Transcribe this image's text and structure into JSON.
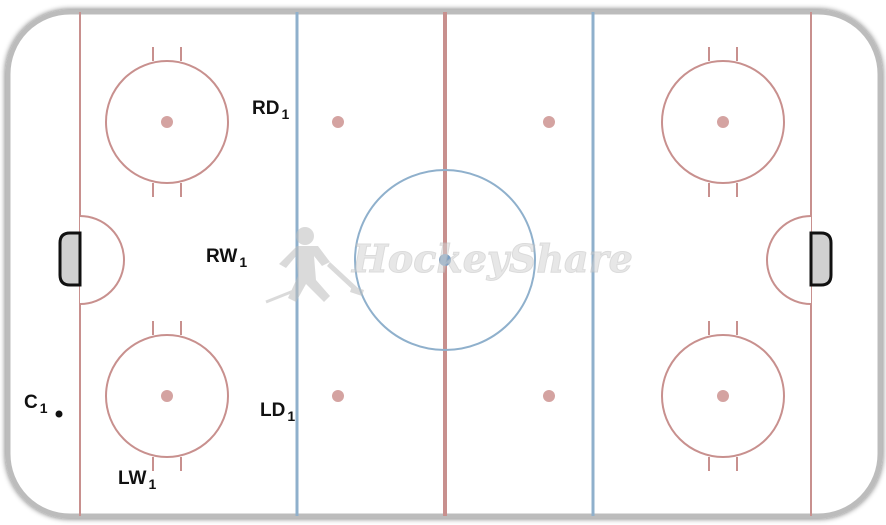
{
  "diagram": {
    "watermark": "HockeyShare",
    "colors": {
      "boards": "#bcbcbc",
      "ice": "#ffffff",
      "red_line": "#c8908e",
      "blue_line": "#8fb0cc",
      "faceoff_circle": "#c8908e",
      "center_circle": "#8fb0cc",
      "goal_net": "#d0d0d0",
      "watermark": "#cfcfcf",
      "player_text": "#111111"
    },
    "players": [
      {
        "id": "rd1",
        "base": "RD",
        "sub": "1"
      },
      {
        "id": "rw1",
        "base": "RW",
        "sub": "1"
      },
      {
        "id": "ld1",
        "base": "LD",
        "sub": "1"
      },
      {
        "id": "c1",
        "base": "C",
        "sub": "1"
      },
      {
        "id": "lw1",
        "base": "LW",
        "sub": "1"
      }
    ],
    "puck": "puck-dot"
  }
}
